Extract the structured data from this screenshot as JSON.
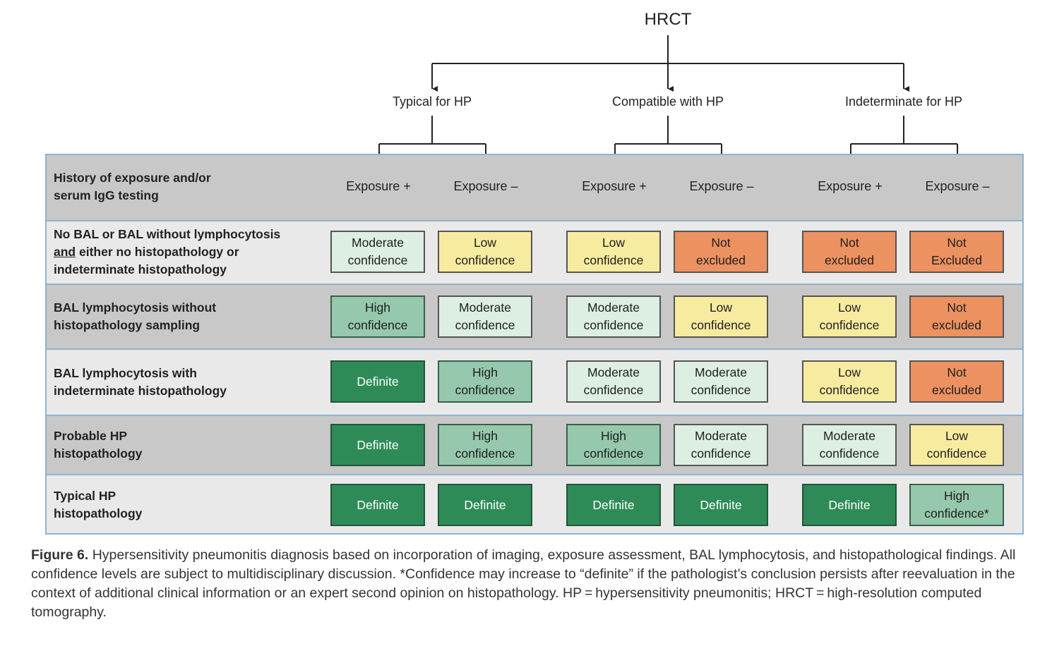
{
  "root": "HRCT",
  "branches": [
    "Typical for HP",
    "Compatible with HP",
    "Indeterminate for HP"
  ],
  "exposure_labels": [
    "Exposure +",
    "Exposure –",
    "Exposure +",
    "Exposure –",
    "Exposure +",
    "Exposure –"
  ],
  "header_row": {
    "line1": "History of exposure and/or",
    "line2": "serum IgG testing"
  },
  "rows": [
    {
      "label_lines": [
        "No BAL or BAL without lymphocytosis",
        "either no histopathology or",
        "indeterminate histopathology"
      ],
      "label_underlined": "and",
      "cells": [
        {
          "level": "moderate",
          "line1": "Moderate",
          "line2": "confidence"
        },
        {
          "level": "low",
          "line1": "Low",
          "line2": "confidence"
        },
        {
          "level": "low",
          "line1": "Low",
          "line2": "confidence"
        },
        {
          "level": "notex",
          "line1": "Not",
          "line2": "excluded"
        },
        {
          "level": "notex",
          "line1": "Not",
          "line2": "excluded"
        },
        {
          "level": "notex",
          "line1": "Not",
          "line2": "Excluded"
        }
      ]
    },
    {
      "label_lines": [
        "BAL lymphocytosis without",
        "histopathology sampling"
      ],
      "cells": [
        {
          "level": "high",
          "line1": "High",
          "line2": "confidence"
        },
        {
          "level": "moderate",
          "line1": "Moderate",
          "line2": "confidence"
        },
        {
          "level": "moderate",
          "line1": "Moderate",
          "line2": "confidence"
        },
        {
          "level": "low",
          "line1": "Low",
          "line2": "confidence"
        },
        {
          "level": "low",
          "line1": "Low",
          "line2": "confidence"
        },
        {
          "level": "notex",
          "line1": "Not",
          "line2": "excluded"
        }
      ]
    },
    {
      "label_lines": [
        "BAL lymphocytosis with",
        "indeterminate histopathology"
      ],
      "cells": [
        {
          "level": "definite",
          "line1": "Definite",
          "line2": ""
        },
        {
          "level": "high",
          "line1": "High",
          "line2": "confidence"
        },
        {
          "level": "moderate",
          "line1": "Moderate",
          "line2": "confidence"
        },
        {
          "level": "moderate",
          "line1": "Moderate",
          "line2": "confidence"
        },
        {
          "level": "low",
          "line1": "Low",
          "line2": "confidence"
        },
        {
          "level": "notex",
          "line1": "Not",
          "line2": "excluded"
        }
      ]
    },
    {
      "label_lines": [
        "Probable HP",
        "histopathology"
      ],
      "cells": [
        {
          "level": "definite",
          "line1": "Definite",
          "line2": ""
        },
        {
          "level": "high",
          "line1": "High",
          "line2": "confidence"
        },
        {
          "level": "high",
          "line1": "High",
          "line2": "confidence"
        },
        {
          "level": "moderate",
          "line1": "Moderate",
          "line2": "confidence"
        },
        {
          "level": "moderate",
          "line1": "Moderate",
          "line2": "confidence"
        },
        {
          "level": "low",
          "line1": "Low",
          "line2": "confidence"
        }
      ]
    },
    {
      "label_lines": [
        "Typical HP",
        "histopathology"
      ],
      "cells": [
        {
          "level": "definite",
          "line1": "Definite",
          "line2": ""
        },
        {
          "level": "definite",
          "line1": "Definite",
          "line2": ""
        },
        {
          "level": "definite",
          "line1": "Definite",
          "line2": ""
        },
        {
          "level": "definite",
          "line1": "Definite",
          "line2": ""
        },
        {
          "level": "definite",
          "line1": "Definite",
          "line2": ""
        },
        {
          "level": "high",
          "line1": "High",
          "line2": "confidence*"
        }
      ]
    }
  ],
  "caption": {
    "figure_label": "Figure 6.",
    "text": "Hypersensitivity pneumonitis diagnosis based on incorporation of imaging, exposure assessment, BAL lymphocytosis, and histopathological findings. All confidence levels are subject to multidisciplinary discussion. *Confidence may increase to “definite” if the pathologist’s conclusion persists after reevaluation in the context of additional clinical information or an expert second opinion on histopathology. HP = hypersensitivity pneumonitis; HRCT = high-resolution computed tomography."
  },
  "colors": {
    "definite": "#2e8b57",
    "high": "#95c8ac",
    "moderate": "#ddeee3",
    "low": "#f7eba0",
    "not_excluded": "#ec9160",
    "table_border": "#8fb3cf",
    "row_dark": "#c8c8c8",
    "row_light": "#e9e9e9"
  }
}
